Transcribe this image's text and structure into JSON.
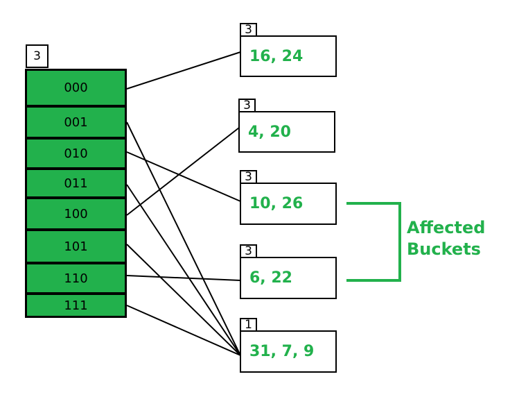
{
  "directory": {
    "global_depth": "3",
    "entries": [
      "000",
      "001",
      "010",
      "011",
      "100",
      "101",
      "110",
      "111"
    ]
  },
  "buckets": [
    {
      "local_depth": "3",
      "values": "16, 24"
    },
    {
      "local_depth": "3",
      "values": "4, 20"
    },
    {
      "local_depth": "3",
      "values": "10, 26"
    },
    {
      "local_depth": "3",
      "values": "6, 22"
    },
    {
      "local_depth": "1",
      "values": "31, 7, 9"
    }
  ],
  "mapping": [
    0,
    4,
    2,
    4,
    1,
    4,
    3,
    4
  ],
  "annotation": {
    "line1": "Affected",
    "line2": "Buckets"
  },
  "colors": {
    "accent": "#22b14c",
    "line": "#000000"
  }
}
